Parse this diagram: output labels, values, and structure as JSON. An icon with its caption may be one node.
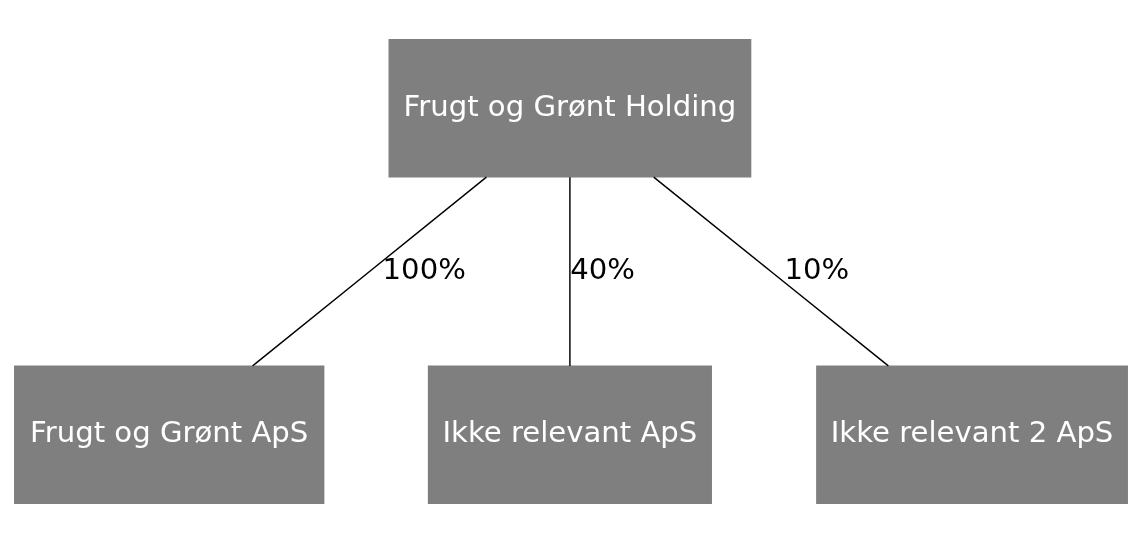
{
  "diagram": {
    "nodes": [
      {
        "text": [
          "Frugt og Grønt Holding"
        ]
      },
      {
        "text": [
          "Frugt og Grønt ApS"
        ]
      },
      {
        "text": [
          "Ikke relevant ApS"
        ]
      },
      {
        "text": [
          "Ikke relevant 2 ApS"
        ]
      }
    ],
    "edges": [
      {
        "from": 0,
        "to": 1,
        "arrow": "none",
        "label": "100%"
      },
      {
        "from": 0,
        "to": 2,
        "arrow": "none",
        "label": "40%"
      },
      {
        "from": 0,
        "to": 3,
        "arrow": "none",
        "label": "10%"
      }
    ]
  }
}
